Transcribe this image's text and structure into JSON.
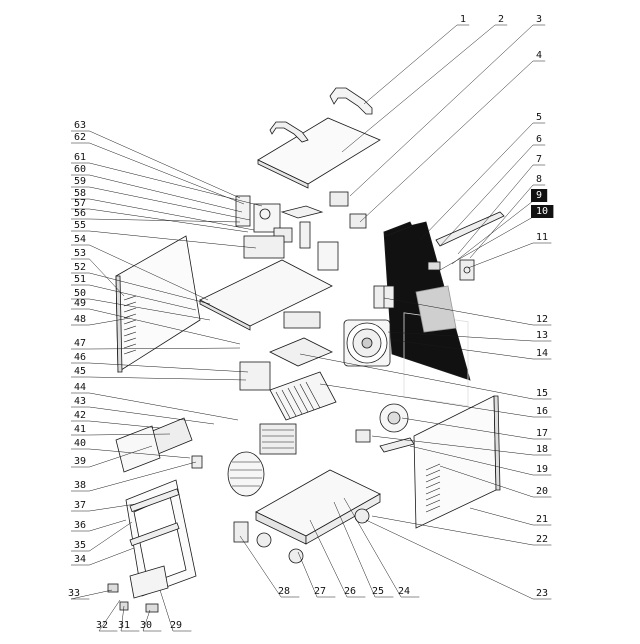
{
  "diagram": {
    "labels_right": [
      "1",
      "2",
      "3",
      "4",
      "5",
      "6",
      "7",
      "8",
      "9",
      "10",
      "11",
      "12",
      "13",
      "14",
      "15",
      "16",
      "17",
      "18",
      "19",
      "20",
      "21",
      "22",
      "23"
    ],
    "labels_bottom": [
      "24",
      "25",
      "26",
      "27",
      "28",
      "29",
      "30",
      "31",
      "32",
      "33"
    ],
    "labels_left": [
      "34",
      "35",
      "36",
      "37",
      "38",
      "39",
      "40",
      "41",
      "42",
      "43",
      "44",
      "45",
      "46",
      "47",
      "48",
      "49",
      "50",
      "51",
      "52",
      "53",
      "54",
      "55",
      "56",
      "57",
      "58",
      "59",
      "60",
      "61",
      "62",
      "63"
    ],
    "highlight_labels": [
      "9",
      "10"
    ],
    "line_color": "#1a1a1a",
    "panel_fill": "#111111",
    "background": "#ffffff"
  }
}
